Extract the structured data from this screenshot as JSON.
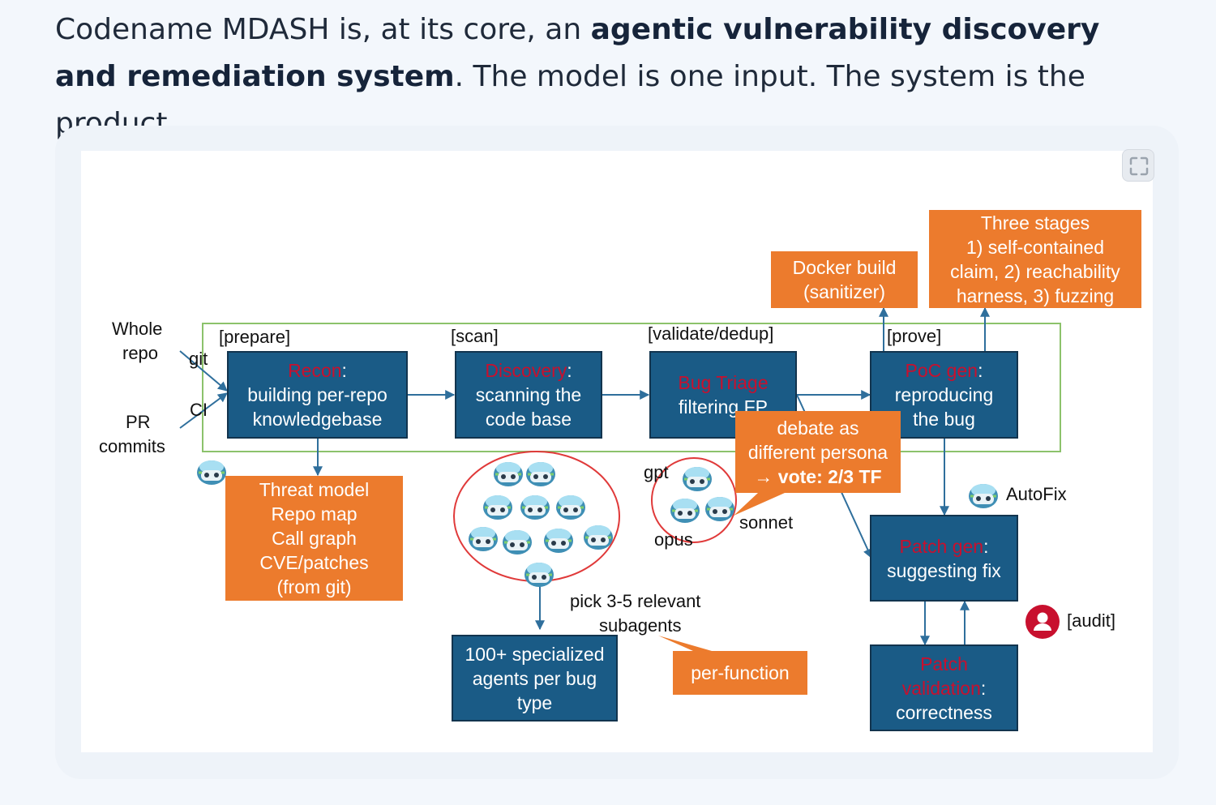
{
  "intro": {
    "text1": "Codename MDASH is, at its core, an ",
    "bold": "agentic vulnerability discovery and remediation system",
    "text2": ". The model is one input. The system is the product."
  },
  "icons": {
    "expand": "expand-icon",
    "agent": "agent-face-icon",
    "audit": "person-icon"
  },
  "colors": {
    "blue_box": "#1a5b86",
    "orange_box": "#ec7b2d",
    "red_text": "#c8102e",
    "pipeline_border": "#8cc26b",
    "cluster_ring": "#e03a3a"
  },
  "diagram": {
    "inputs": {
      "whole_repo_1": "Whole",
      "whole_repo_2": "repo",
      "git": "git",
      "ci": "CI",
      "pr_1": "PR",
      "pr_2": "commits"
    },
    "stages": {
      "prepare": "[prepare]",
      "scan": "[scan]",
      "validate": "[validate/dedup]",
      "prove": "[prove]"
    },
    "recon": {
      "name": "Recon",
      "suffix": ":",
      "line2": "building per-repo",
      "line3": "knowledgebase"
    },
    "discovery": {
      "name": "Discovery",
      "suffix": ":",
      "line2": "scanning the",
      "line3": "code base"
    },
    "triage": {
      "name": "Bug Triage",
      "line2": "filtering FP"
    },
    "poc": {
      "name": "PoC gen",
      "suffix": ":",
      "line2": "reproducing",
      "line3": "the bug"
    },
    "docker": {
      "line1": "Docker build",
      "line2": "(sanitizer)"
    },
    "three_stages": {
      "line1": "Three stages",
      "line2": "1) self-contained",
      "line3": "claim, 2) reachability",
      "line4": "harness, 3) fuzzing"
    },
    "threat": {
      "line1": "Threat model",
      "line2": "Repo map",
      "line3": "Call graph",
      "line4": "CVE/patches",
      "line5": "(from git)"
    },
    "debate": {
      "line1": "debate as",
      "line2": "different persona",
      "line3": "→ vote: 2/3 TF"
    },
    "models": {
      "gpt": "gpt",
      "opus": "opus",
      "sonnet": "sonnet"
    },
    "autofix": "AutoFix",
    "patch_gen": {
      "name": "Patch gen",
      "suffix": ":",
      "line2": "suggesting fix"
    },
    "patch_val": {
      "name1": "Patch",
      "name2": "validation",
      "suffix": ":",
      "line3": "correctness"
    },
    "audit": "[audit]",
    "pick": {
      "line1": "pick 3-5 relevant",
      "line2": "subagents"
    },
    "specialized": {
      "line1": "100+ specialized",
      "line2": "agents per bug",
      "line3": "type"
    },
    "per_function": "per-function"
  }
}
